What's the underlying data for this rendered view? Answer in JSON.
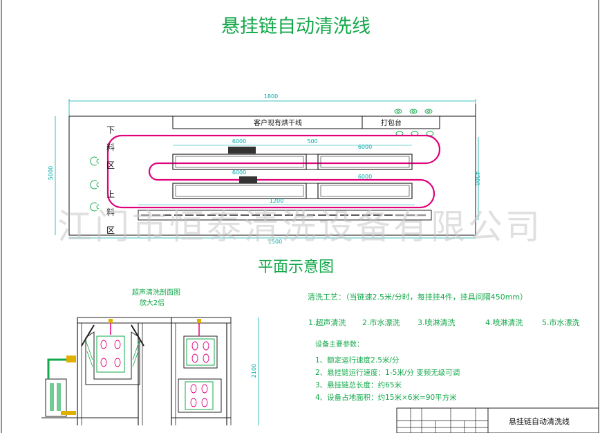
{
  "title": "悬挂链自动清洗线",
  "plan": {
    "caption": "平面示意图",
    "dim_top": "1800",
    "dim_left": "5000",
    "dim_right": "4500",
    "dim_bottom": "1500",
    "dim_tank_1": "6000",
    "dim_gap": "500",
    "dim_tank_2": "6000",
    "dim_tank_3": "6000",
    "dim_tank_4": "6000",
    "dim_lower": "1200",
    "line_label": "客户现有烘干线",
    "pack_label": "打包台",
    "unload": [
      "下",
      "料",
      "区"
    ],
    "load": [
      "上",
      "料",
      "区"
    ]
  },
  "section": {
    "caption_1": "超声清洗剖面图",
    "caption_2": "放大2倍",
    "dim_height": "2100"
  },
  "process": {
    "header": "清洗工艺：（当链速2.5米/分时，每挂挂4件，挂具间隔450mm）",
    "steps": [
      "1.超声清洗",
      "2.市水漂洗",
      "3.喷淋清洗",
      "4.喷淋清洗",
      "5.市水漂洗"
    ]
  },
  "params": {
    "header": "设备主要参数：",
    "items": [
      "1、额定运行速度2.5米/分",
      "2、悬挂链运行速度：1-5米/分  变频无级可调",
      "3、悬挂链总长度：约65米",
      "4、设备占地面积：约15米×6米=90平方米"
    ]
  },
  "title_block": {
    "label": "悬挂链自动清洗线"
  },
  "watermark": "江门市恒泰清洗设备有限公司",
  "colors": {
    "accent": "#13a84a",
    "chain": "#e0007a",
    "tank": "#222222",
    "dimension": "#00aaaa"
  }
}
